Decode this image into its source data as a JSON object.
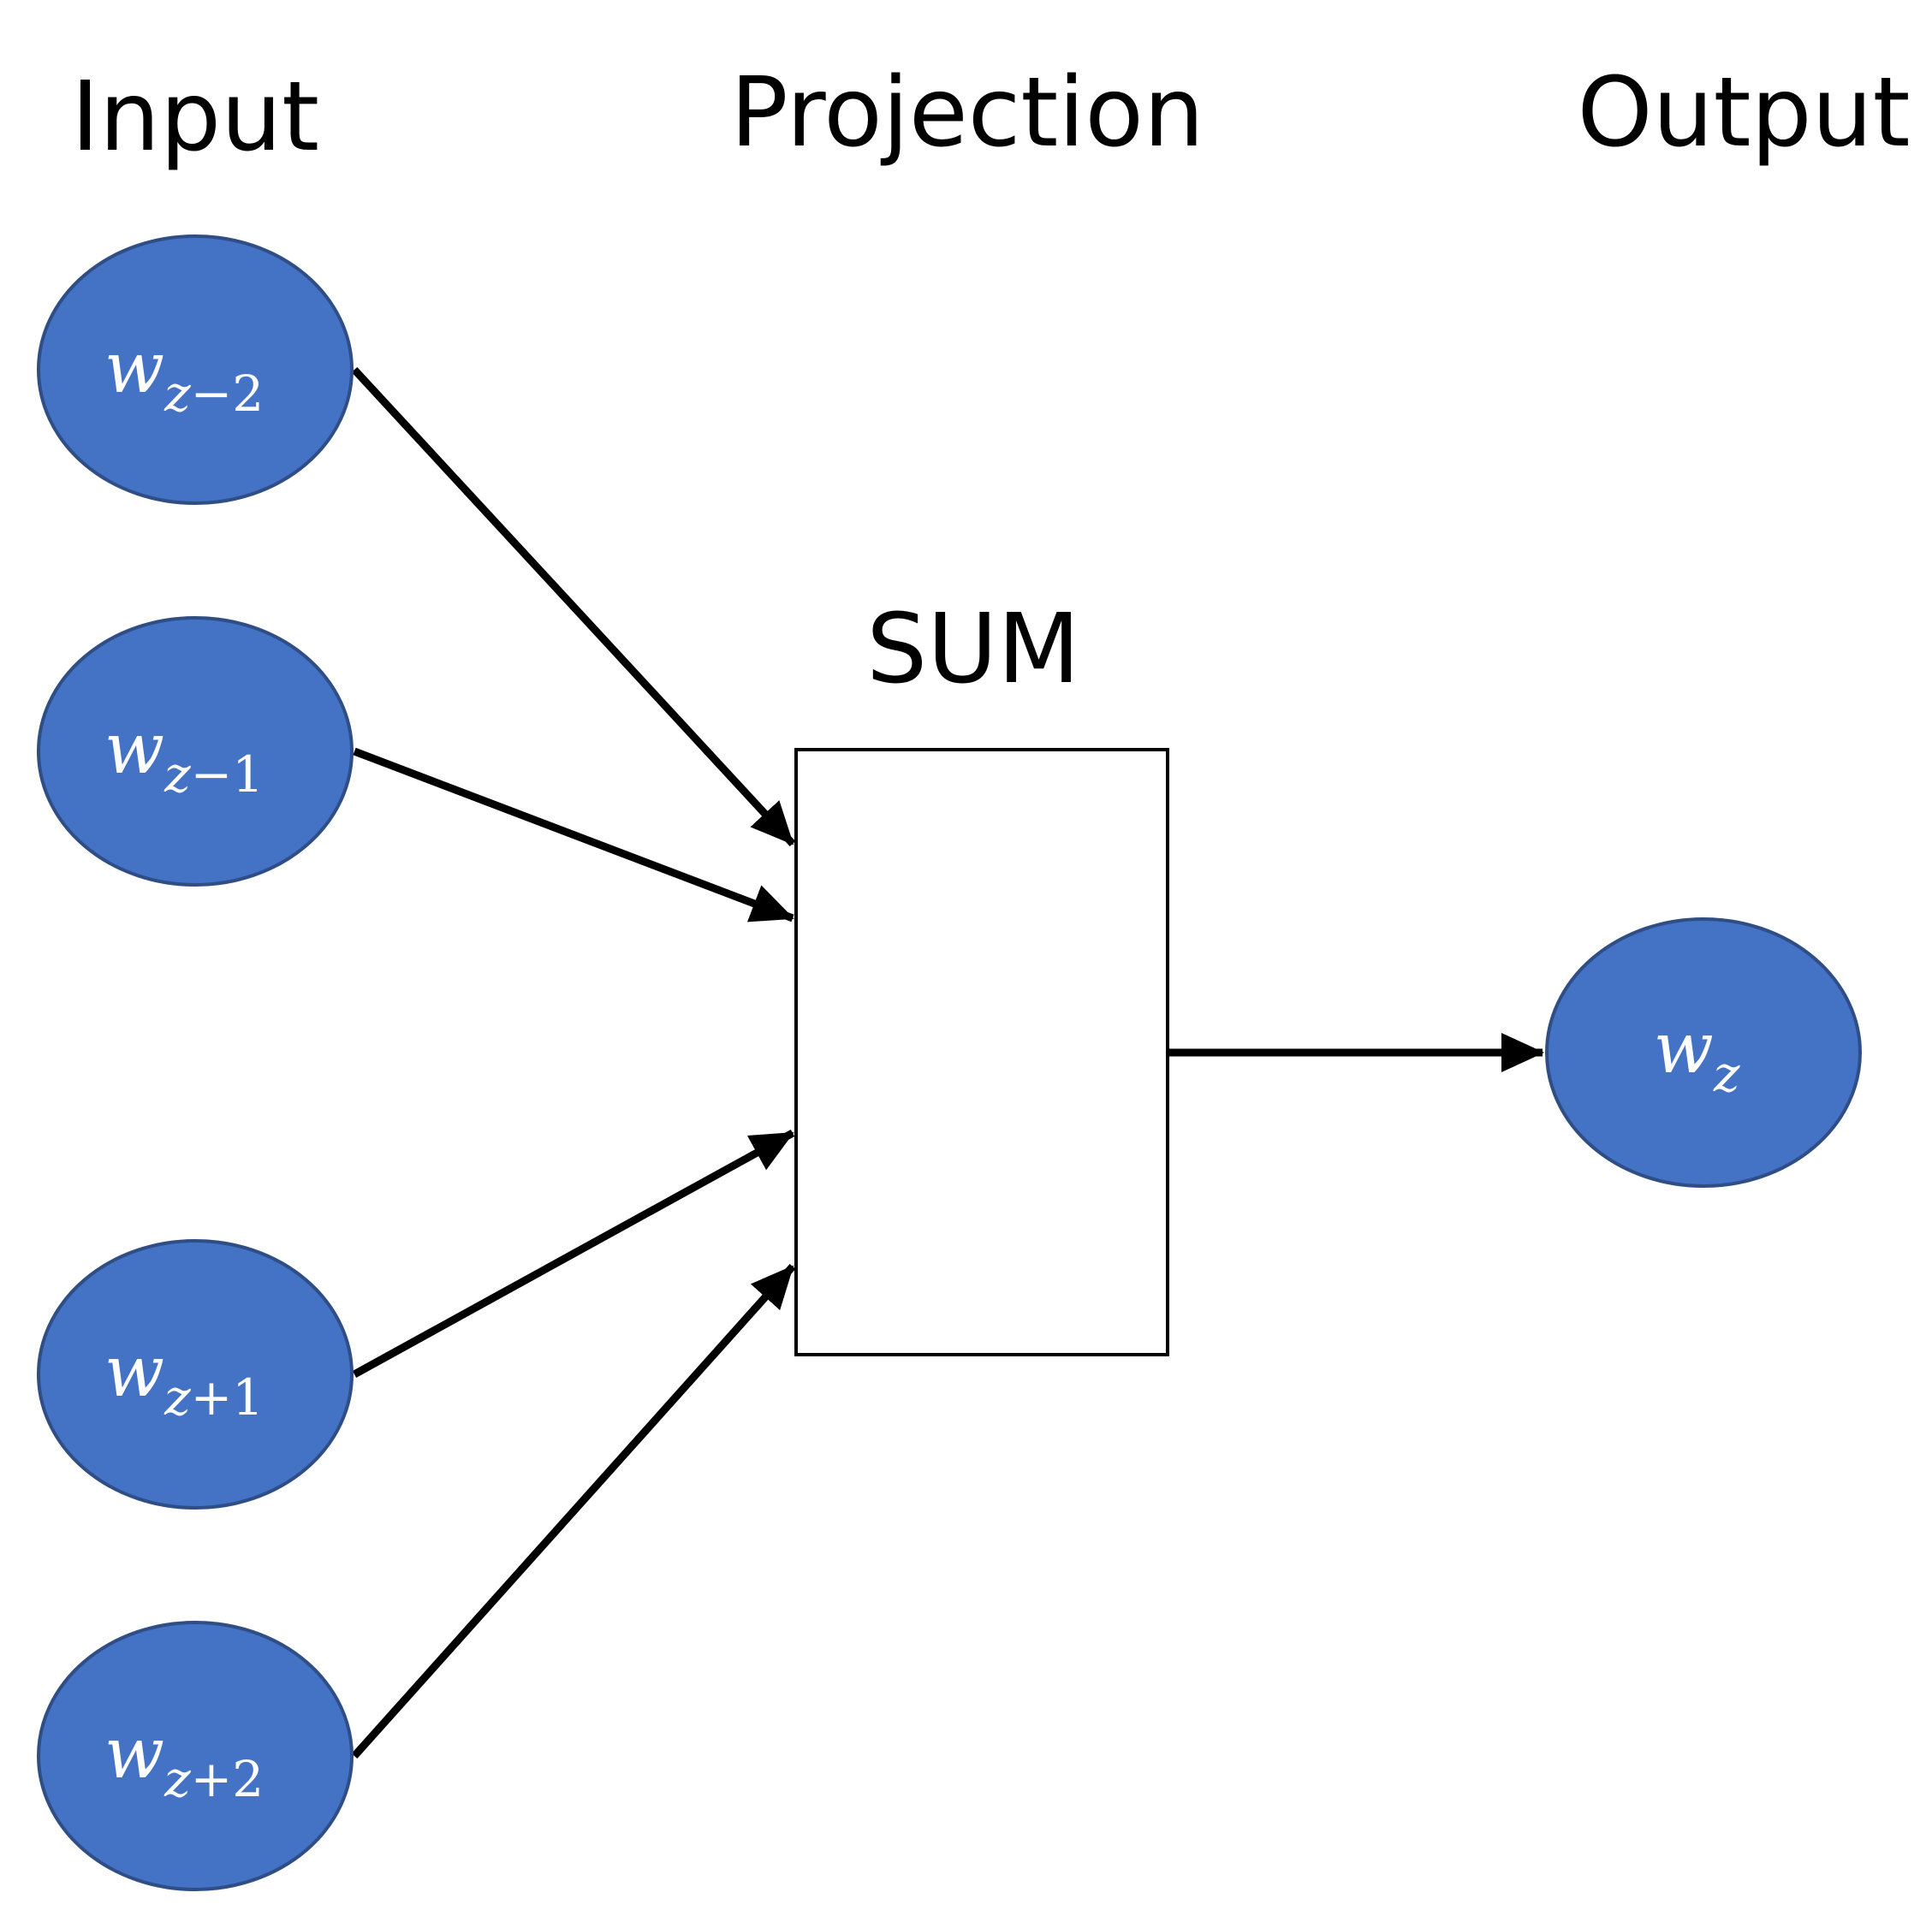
{
  "headings": {
    "input": "Input",
    "projection": "Projection",
    "output": "Output"
  },
  "sum_label": "SUM",
  "colors": {
    "node_fill": "#4472c4",
    "node_stroke": "#2f4e86",
    "edge": "#000000"
  },
  "nodes": {
    "w_z_minus_2": {
      "var": "w",
      "sub_z": "z",
      "sub_rest": "−2"
    },
    "w_z_minus_1": {
      "var": "w",
      "sub_z": "z",
      "sub_rest": "−1"
    },
    "w_z_plus_1": {
      "var": "w",
      "sub_z": "z",
      "sub_rest": "+1"
    },
    "w_z_plus_2": {
      "var": "w",
      "sub_z": "z",
      "sub_rest": "+2"
    },
    "w_z": {
      "var": "w",
      "sub_z": "z",
      "sub_rest": ""
    }
  }
}
